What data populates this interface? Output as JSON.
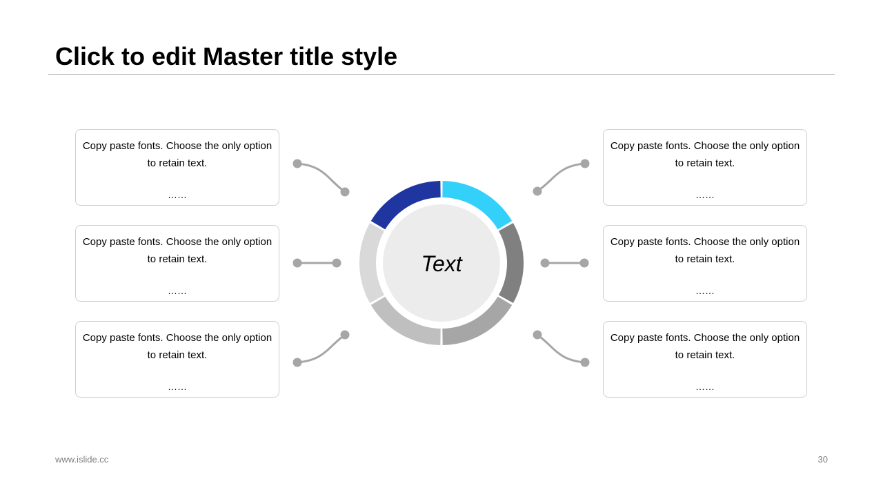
{
  "slide": {
    "title": "Click to edit Master title style",
    "footer_url": "www.islide.cc",
    "page_number": "30"
  },
  "center": {
    "label": "Text"
  },
  "boxes": [
    {
      "text": "Copy paste fonts. Choose the only option to retain text.",
      "dots": "……"
    },
    {
      "text": "Copy paste fonts. Choose the only option to retain text.",
      "dots": "……"
    },
    {
      "text": "Copy paste fonts. Choose the only option to retain text.",
      "dots": "……"
    },
    {
      "text": "Copy paste fonts. Choose the only option to retain text.",
      "dots": "……"
    },
    {
      "text": "Copy paste fonts. Choose the only option to retain text.",
      "dots": "……"
    },
    {
      "text": "Copy paste fonts. Choose the only option to retain text.",
      "dots": "……"
    }
  ],
  "colors": {
    "segment_top_left": "#1f35a0",
    "segment_top_right": "#33d1f9",
    "segment_right": "#808080",
    "segment_bottom_right": "#a6a6a6",
    "segment_bottom_left": "#bfbfbf",
    "segment_left": "#d9d9d9",
    "center_fill": "#ececec",
    "connector": "#a6a6a6"
  }
}
